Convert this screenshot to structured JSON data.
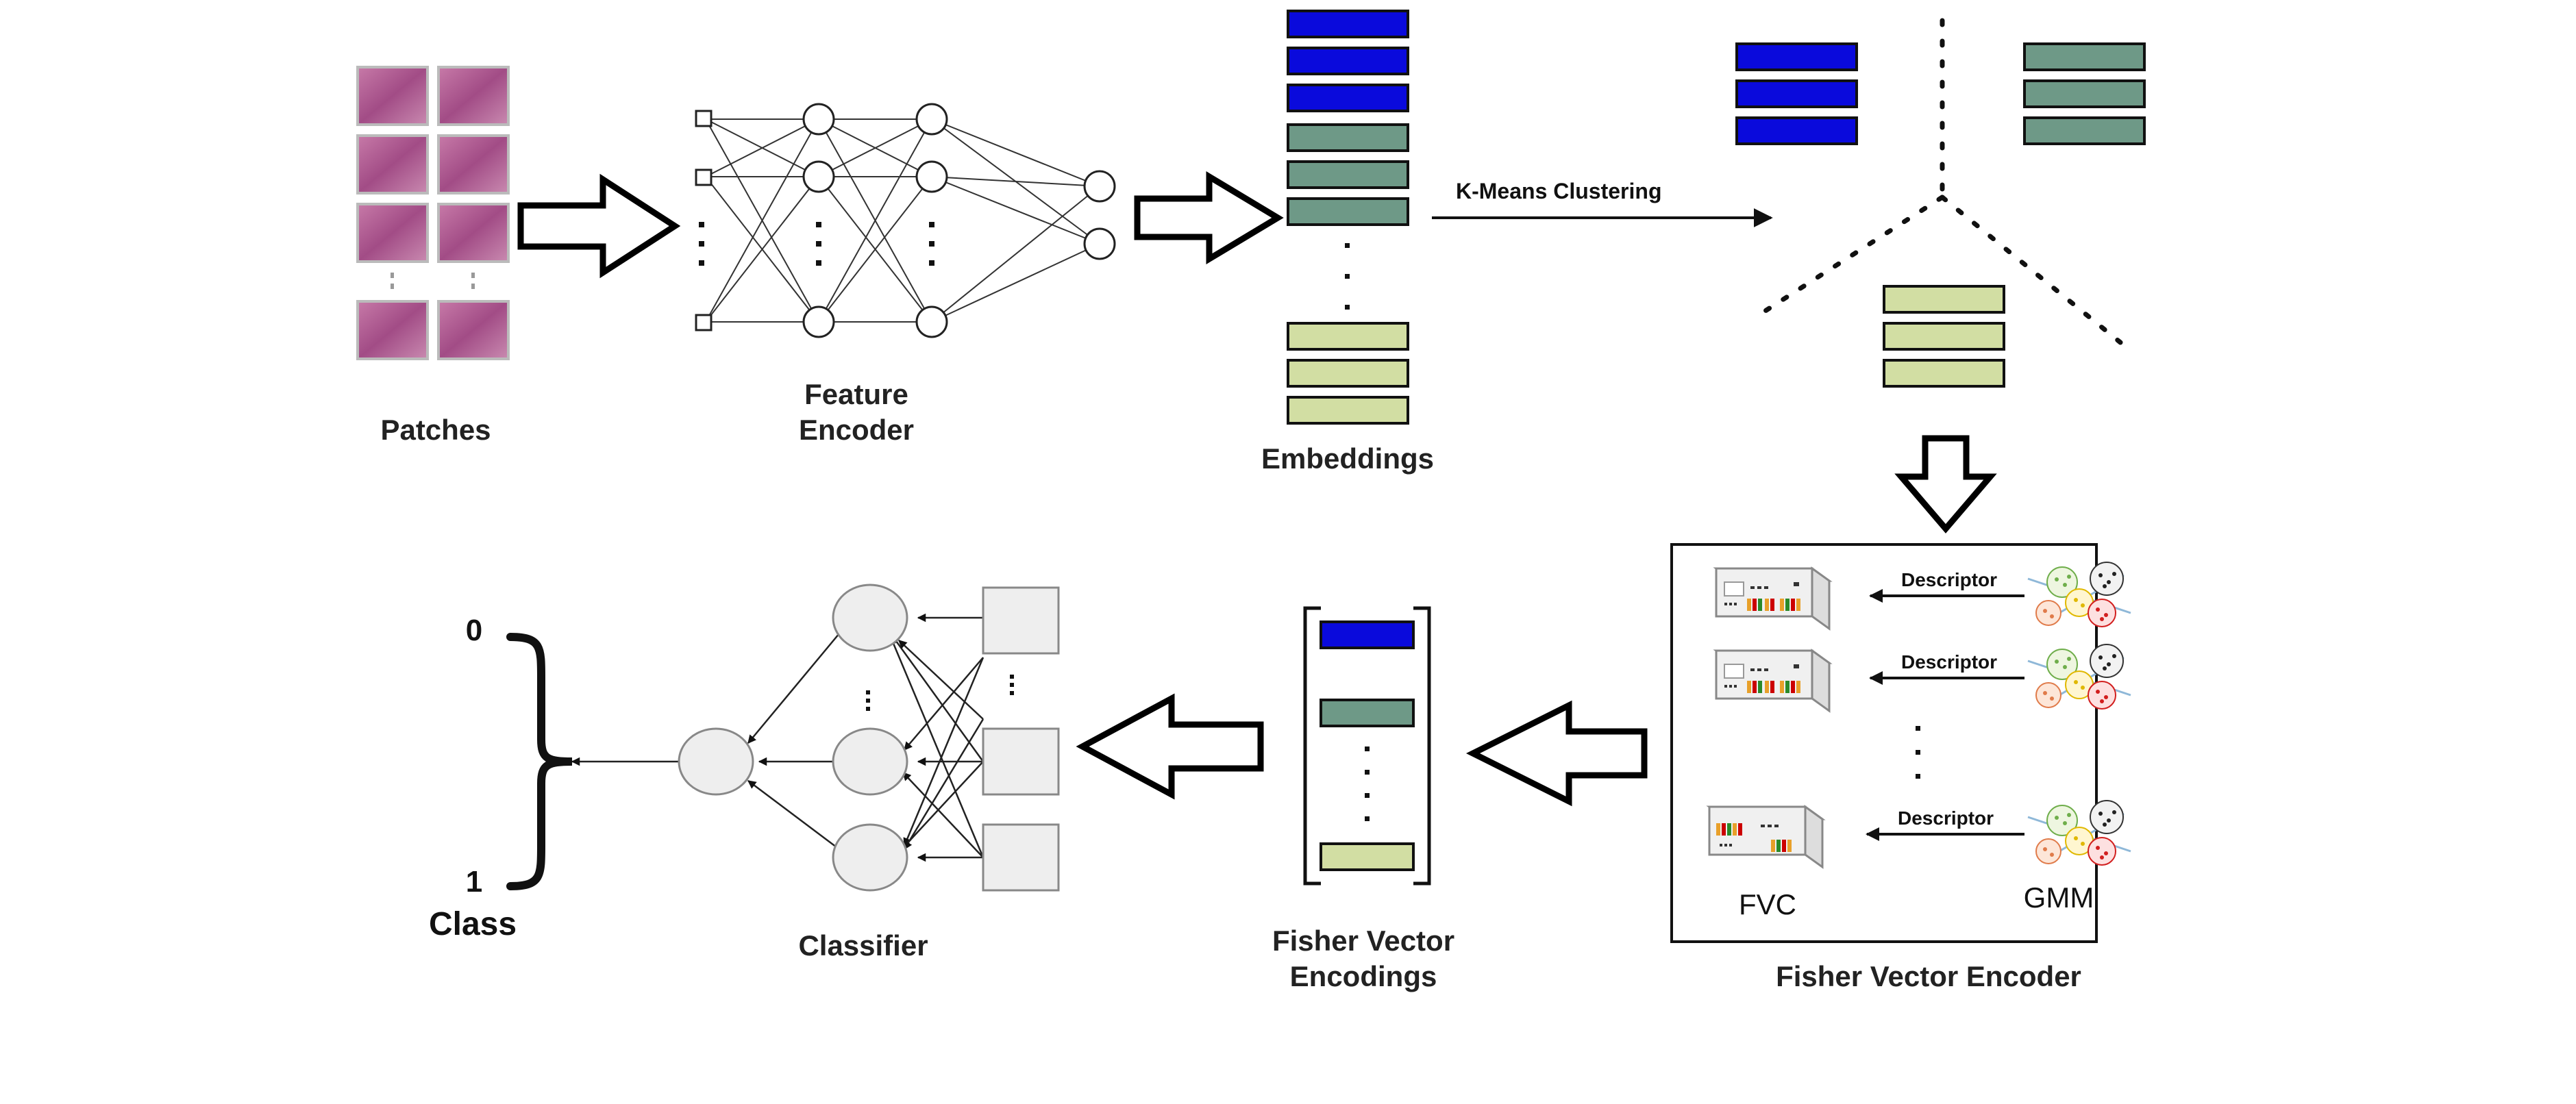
{
  "labels": {
    "patches": "Patches",
    "feature_encoder_line1": "Feature",
    "feature_encoder_line2": "Encoder",
    "embeddings": "Embeddings",
    "kmeans": "K-Means Clustering",
    "fisher_vector_encoder": "Fisher Vector Encoder",
    "descriptor": "Descriptor",
    "fvc": "FVC",
    "gmm": "GMM",
    "fv_encodings_line1": "Fisher Vector",
    "fv_encodings_line2": "Encodings",
    "classifier": "Classifier",
    "class": "Class",
    "class0": "0",
    "class1": "1"
  },
  "colors": {
    "blue": "#0a0adc",
    "green": "#6e9987",
    "lime": "#d2dea3",
    "tissue": "#b0578f",
    "stroke": "#111111",
    "node_fill": "#eeeeee"
  }
}
